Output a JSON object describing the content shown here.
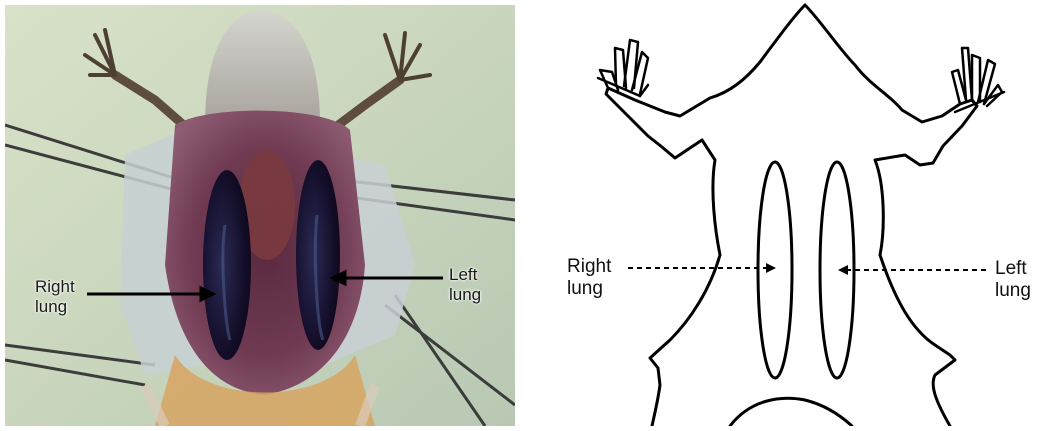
{
  "photo": {
    "right_label_line1": "Right",
    "right_label_line2": "lung",
    "left_label_line1": "Left",
    "left_label_line2": "lung"
  },
  "diagram": {
    "right_label_line1": "Right",
    "right_label_line2": "lung",
    "left_label_line1": "Left",
    "left_label_line2": "lung"
  }
}
